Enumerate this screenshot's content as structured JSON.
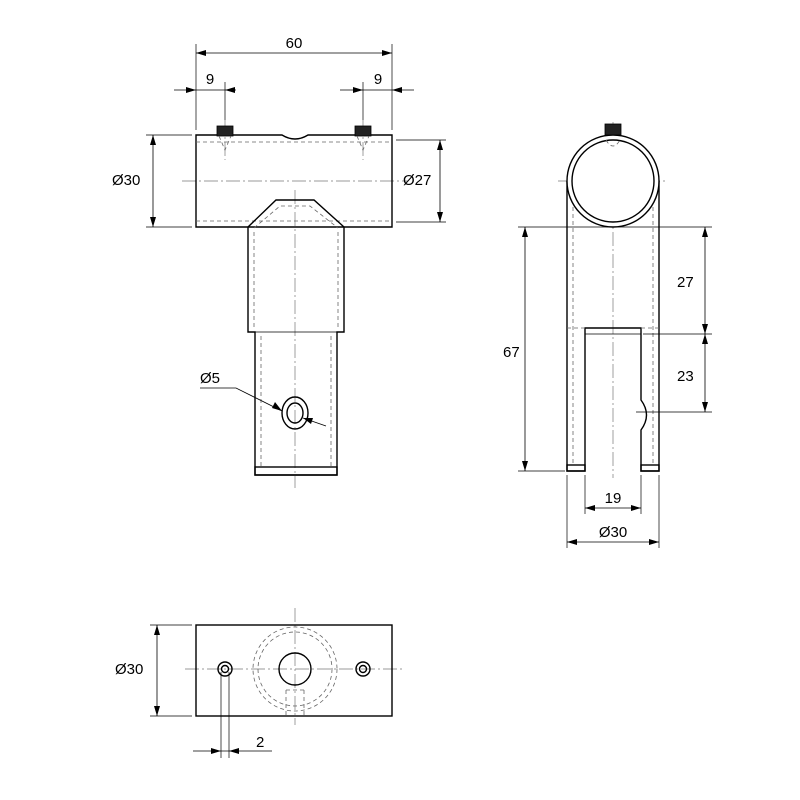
{
  "dimensions": {
    "overall_width": "60",
    "left_offset": "9",
    "right_offset": "9",
    "tube_outer_front": "Ø30",
    "tube_inner_front": "Ø27",
    "hole_dia": "Ø5",
    "side_upper_height": "27",
    "side_slot_height": "23",
    "side_total_height": "67",
    "slot_width": "19",
    "side_outer_dia": "Ø30",
    "top_width": "Ø30",
    "top_offset": "2"
  }
}
